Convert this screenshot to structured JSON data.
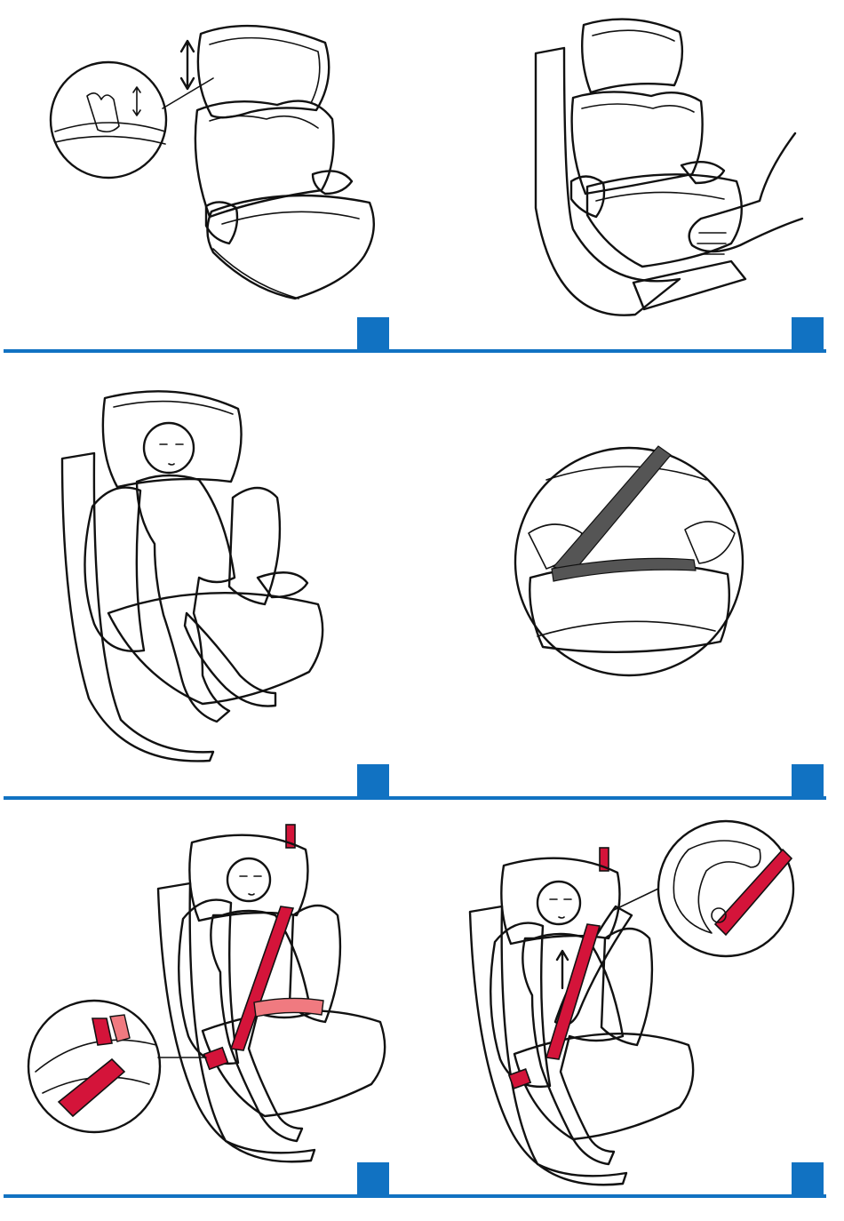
{
  "page": {
    "accent_color": "#1172c2",
    "belt_color": "#d4143a",
    "lap_pad_color": "#f07a80"
  },
  "steps": [
    {
      "id": "step-1",
      "icon": "seat-headrest-adjust-icon"
    },
    {
      "id": "step-2",
      "icon": "seat-placement-icon"
    },
    {
      "id": "step-3",
      "icon": "child-seated-icon"
    },
    {
      "id": "step-4",
      "icon": "lap-belt-guide-icon"
    },
    {
      "id": "step-5",
      "icon": "belt-fastened-icon"
    },
    {
      "id": "step-6",
      "icon": "shoulder-belt-guide-icon"
    }
  ]
}
